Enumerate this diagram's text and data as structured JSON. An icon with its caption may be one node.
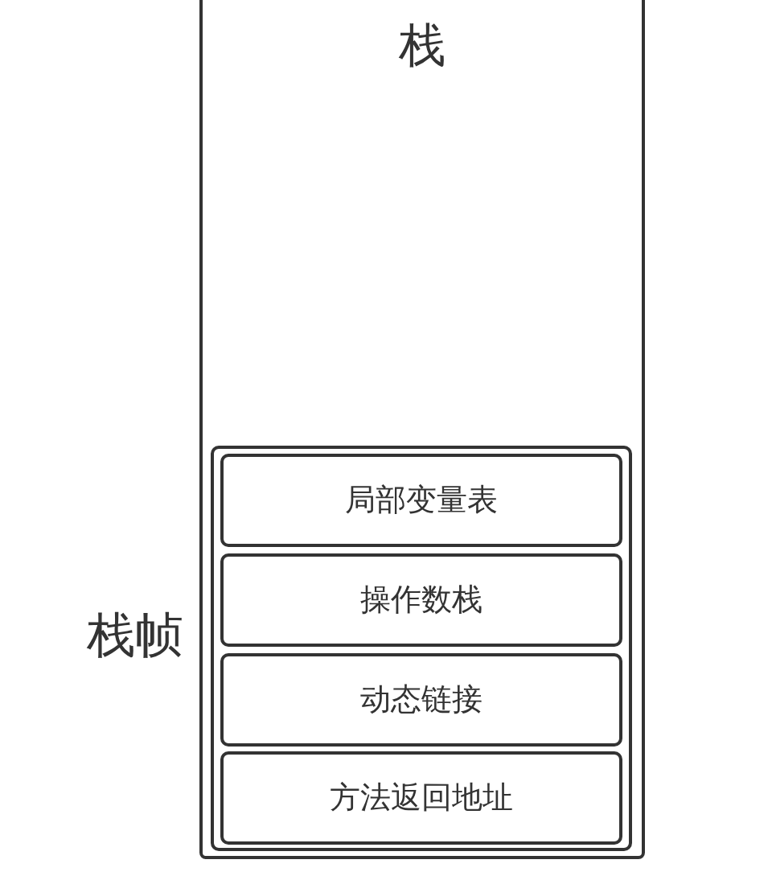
{
  "diagram": {
    "nodes": [
      {
        "text": [
          "栈"
        ]
      },
      {
        "text": [
          "栈帧"
        ],
        "in": 0
      },
      {
        "text": [
          "局部变量表"
        ],
        "in": 1
      },
      {
        "text": [
          "操作数栈"
        ],
        "in": 1
      },
      {
        "text": [
          "动态链接"
        ],
        "in": 1
      },
      {
        "text": [
          "方法返回地址"
        ],
        "in": 1
      }
    ]
  }
}
